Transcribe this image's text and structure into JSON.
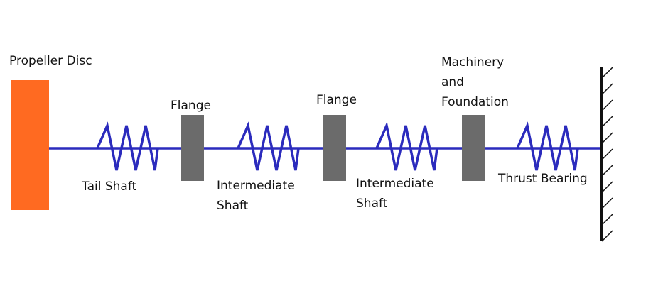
{
  "labels": {
    "propeller": "Propeller Disc",
    "flange1": "Flange",
    "flange2": "Flange",
    "machinery": [
      "Machinery",
      "and",
      "Foundation"
    ],
    "tail_shaft": "Tail Shaft",
    "intermediate1": [
      "Intermediate",
      "Shaft"
    ],
    "intermediate2": [
      "Intermediate",
      "Shaft"
    ],
    "thrust": "Thrust Bearing"
  },
  "colors": {
    "propeller": "#ff6a21",
    "flange": "#6b6b6b",
    "shaft": "#2b2bbd",
    "wall": "#111111"
  }
}
